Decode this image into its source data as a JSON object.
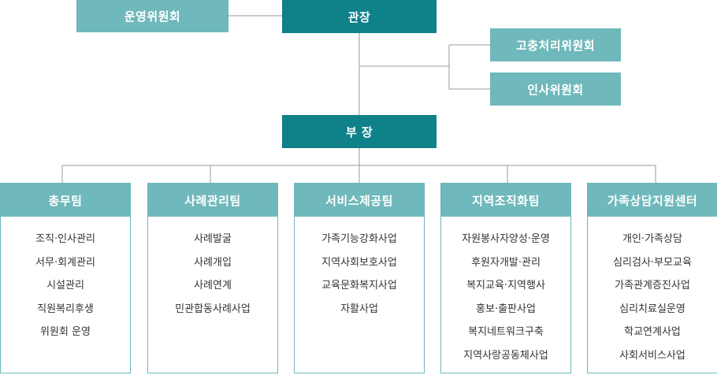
{
  "top": {
    "committee": "운영위원회",
    "director": "관장",
    "grievance_committee": "고충처리위원회",
    "hr_committee": "인사위원회",
    "deputy": "부 장"
  },
  "teams": [
    {
      "name": "총무팀",
      "items": [
        "조직·인사관리",
        "서무·회계관리",
        "시설관리",
        "직원복리후생",
        "위원회 운영"
      ]
    },
    {
      "name": "사례관리팀",
      "items": [
        "사례발굴",
        "사례개입",
        "사례연계",
        "민관합동사례사업"
      ]
    },
    {
      "name": "서비스제공팀",
      "items": [
        "가족기능강화사업",
        "지역사회보호사업",
        "교육문화복지사업",
        "자활사업"
      ]
    },
    {
      "name": "지역조직화팀",
      "items": [
        "자원봉사자양성·운영",
        "후원자개발·관리",
        "복지교육·지역행사",
        "홍보·출판사업",
        "복지네트워크구축",
        "지역사랑공동체사업"
      ]
    },
    {
      "name": "가족상담지원센터",
      "items": [
        "개인·가족상담",
        "심리검사·부모교육",
        "가족관계증진사업",
        "심리치료실운영",
        "학교연계사업",
        "사회서비스사업"
      ]
    }
  ],
  "colors": {
    "dark": "#0e8189",
    "light": "#6fb8bb",
    "line": "#999999"
  }
}
